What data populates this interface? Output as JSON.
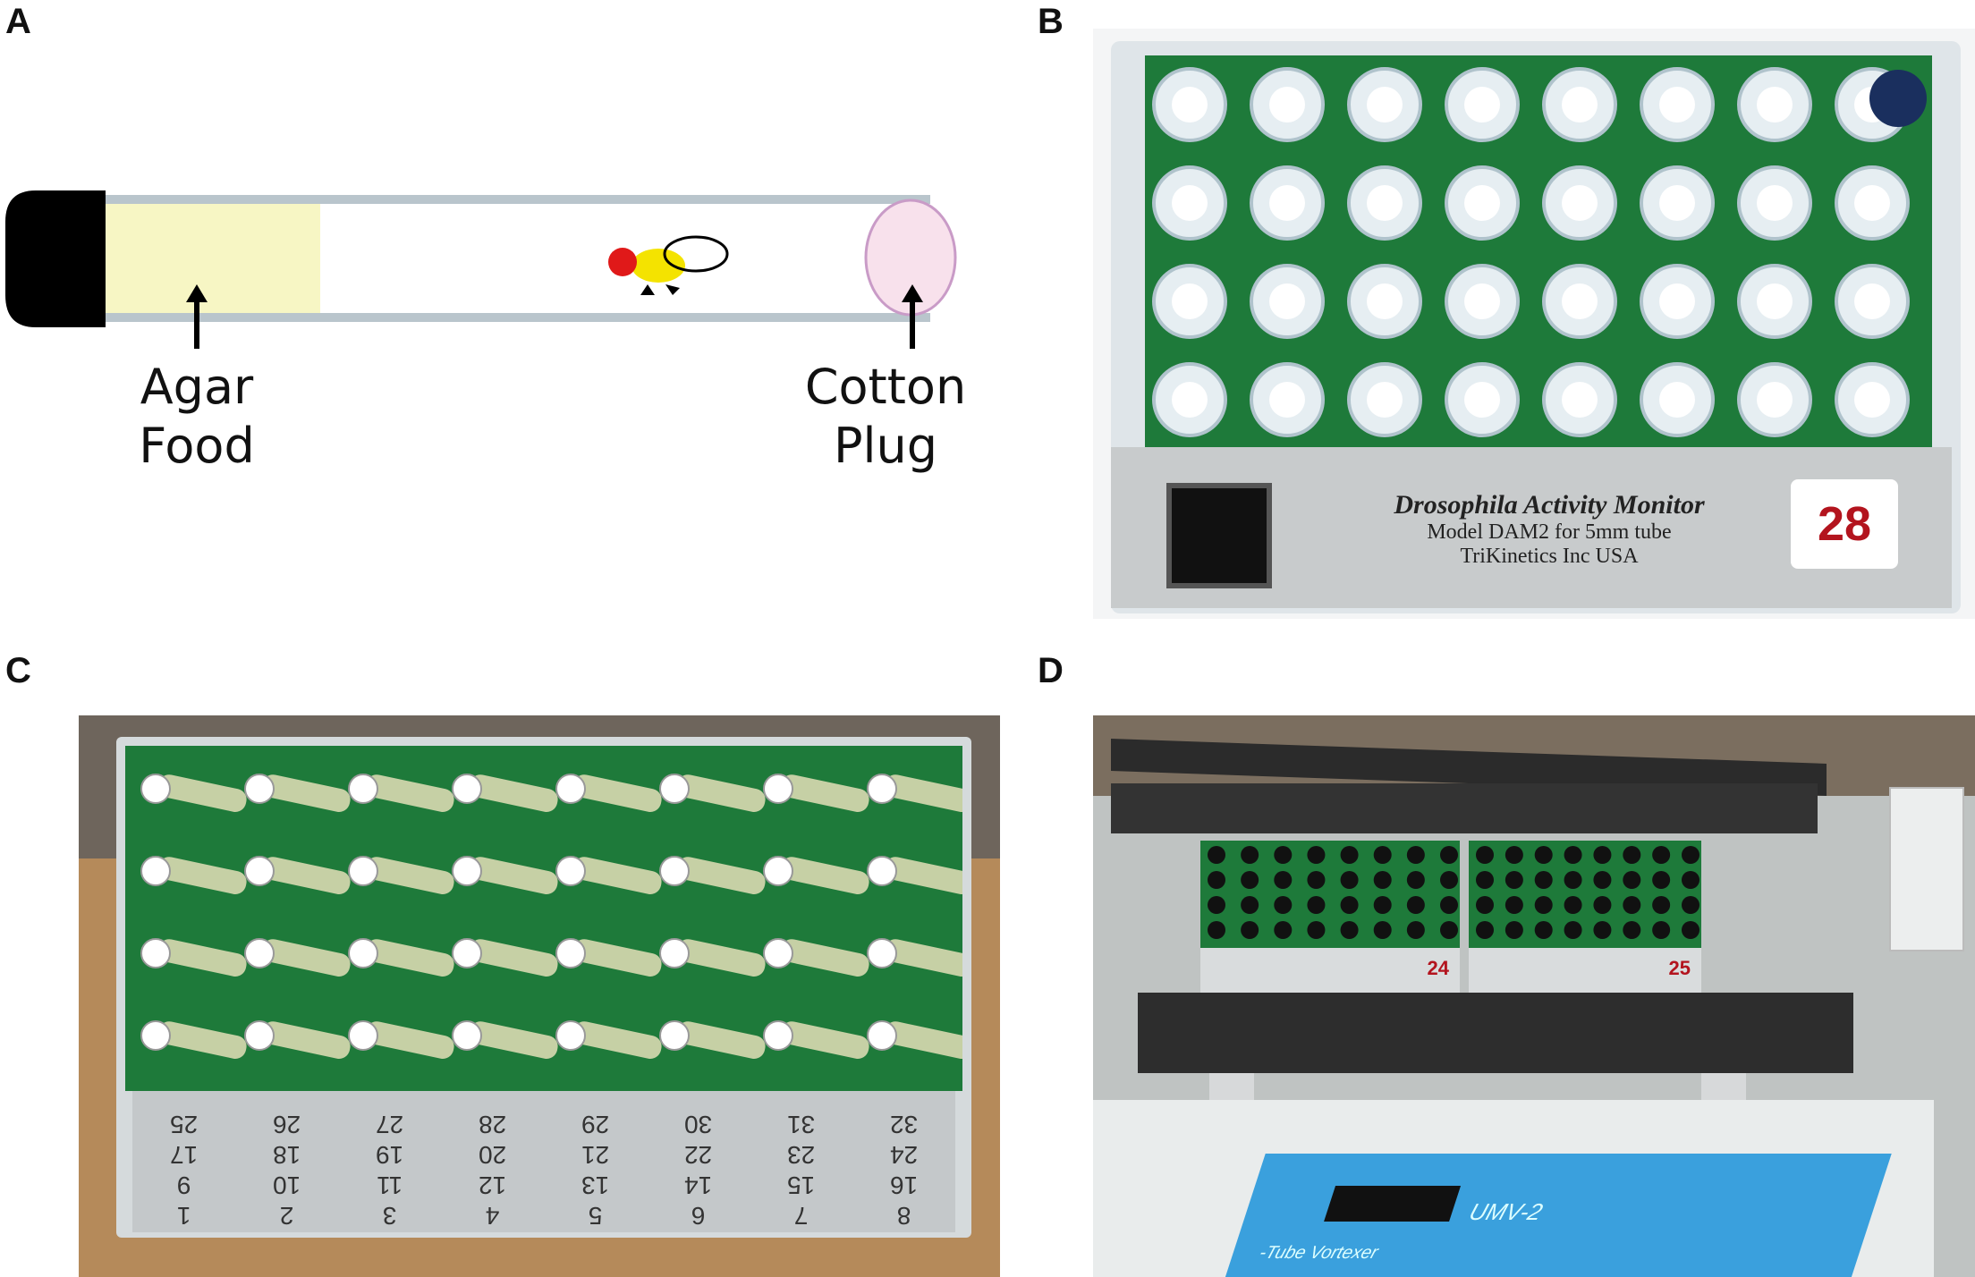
{
  "panels": {
    "a": {
      "letter": "A",
      "agar_line1": "Agar",
      "agar_line2": "Food",
      "cotton_line1": "Cotton",
      "cotton_line2": "Plug"
    },
    "b": {
      "letter": "B",
      "title": "Drosophila Activity Monitor",
      "model": "Model DAM2 for 5mm tube",
      "maker": "TriKinetics Inc USA",
      "number": "28"
    },
    "c": {
      "letter": "C",
      "columns": [
        [
          "1",
          "9",
          "17",
          "25"
        ],
        [
          "2",
          "10",
          "18",
          "26"
        ],
        [
          "3",
          "11",
          "19",
          "27"
        ],
        [
          "4",
          "12",
          "20",
          "28"
        ],
        [
          "5",
          "13",
          "21",
          "29"
        ],
        [
          "6",
          "14",
          "22",
          "30"
        ],
        [
          "7",
          "15",
          "23",
          "31"
        ],
        [
          "8",
          "16",
          "24",
          "32"
        ]
      ]
    },
    "d": {
      "letter": "D",
      "monitor_left": "24",
      "monitor_right": "25",
      "vortexer_label": "UMV-2",
      "vortexer_text": "-Tube Vortexer"
    }
  },
  "colors": {
    "board_green": "#1e7a3a",
    "agar": "#f7f6c4",
    "plug": "#f8e1ec",
    "tube": "#b9c5cc",
    "fly_head": "#e01919",
    "fly_body": "#f4e300",
    "plate": "#c8cbcc",
    "number_red": "#b3141e",
    "vortexer_blue": "#3aa0dd"
  }
}
